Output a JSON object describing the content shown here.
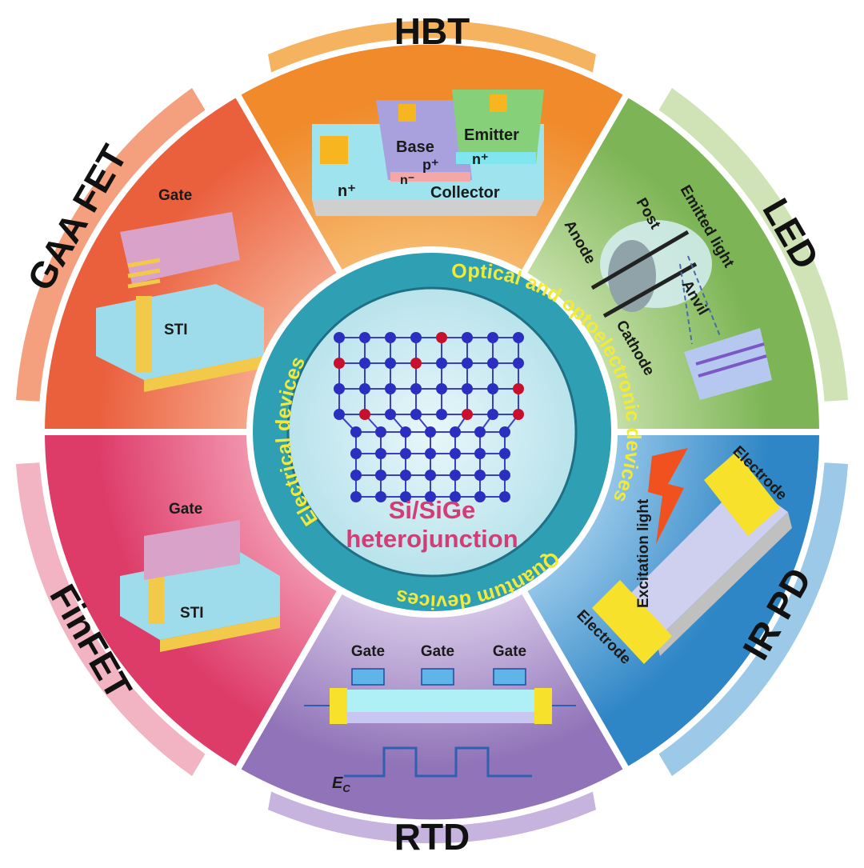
{
  "segments": {
    "hbt": {
      "title": "HBT",
      "base": "Base",
      "emitter": "Emitter",
      "p_plus": "p⁺",
      "n_plus_emitter": "n⁺",
      "n_minus": "n⁻",
      "n_plus": "n⁺",
      "collector": "Collector"
    },
    "led": {
      "title": "LED",
      "post": "Post",
      "emitted_light": "Emitted light",
      "anode": "Anode",
      "anvil": "Anvil",
      "cathode": "Cathode"
    },
    "irpd": {
      "title": "IR PD",
      "electrode_top": "Electrode",
      "electrode_bottom": "Electrode",
      "excitation_light": "Excitation light"
    },
    "rtd": {
      "title": "RTD",
      "gate_1": "Gate",
      "gate_2": "Gate",
      "gate_3": "Gate",
      "ec_main": "E",
      "ec_sub": "C"
    },
    "finfet": {
      "title": "FinFET",
      "gate": "Gate",
      "sti": "STI"
    },
    "gaafet": {
      "title": "GAA FET",
      "gate": "Gate",
      "sti": "STI"
    }
  },
  "ring": {
    "electrical": "Electrical devices",
    "optical": "Optical and optoelectronic devices",
    "quantum": "Quantum devices"
  },
  "center": {
    "line1": "Si/SiGe",
    "line2": "heterojunction"
  },
  "colors": {
    "hbt": "#f5a04a",
    "led": "#9ccb78",
    "irpd": "#4f9fd6",
    "rtd": "#a98cc8",
    "finfet": "#e8567a",
    "gaafet": "#ef7a55",
    "ring": "#2e9bb0",
    "ring_text": "#f2ea3a",
    "center_text": "#d23d76",
    "atom": "#2b2fbf",
    "atom_red": "#c8102e"
  }
}
